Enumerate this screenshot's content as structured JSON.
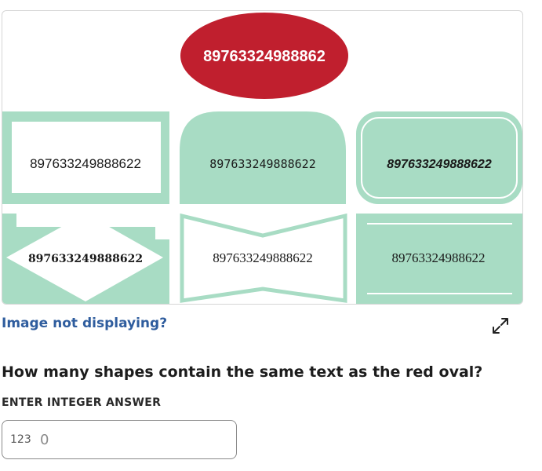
{
  "target": {
    "text": "89763324988862"
  },
  "colors": {
    "red": "#c01f2e",
    "green": "#a8dcc4",
    "white": "#ffffff"
  },
  "shapes": [
    {
      "name": "shape-rectangle-frame",
      "text": "897633249888622"
    },
    {
      "name": "shape-rounded-top",
      "text": "897633249888622"
    },
    {
      "name": "shape-rounded-rect",
      "text": "897633249888622"
    },
    {
      "name": "shape-diamond",
      "text": "897633249888622"
    },
    {
      "name": "shape-bowtie",
      "text": "897633249888622"
    },
    {
      "name": "shape-lined-rect",
      "text": "89763324988622"
    }
  ],
  "help_link": "Image not displaying?",
  "expand_icon": "expand-icon",
  "question": "How many shapes contain the same text as the red oval?",
  "answer": {
    "label": "ENTER INTEGER ANSWER",
    "prefix": "123",
    "placeholder": "0"
  }
}
